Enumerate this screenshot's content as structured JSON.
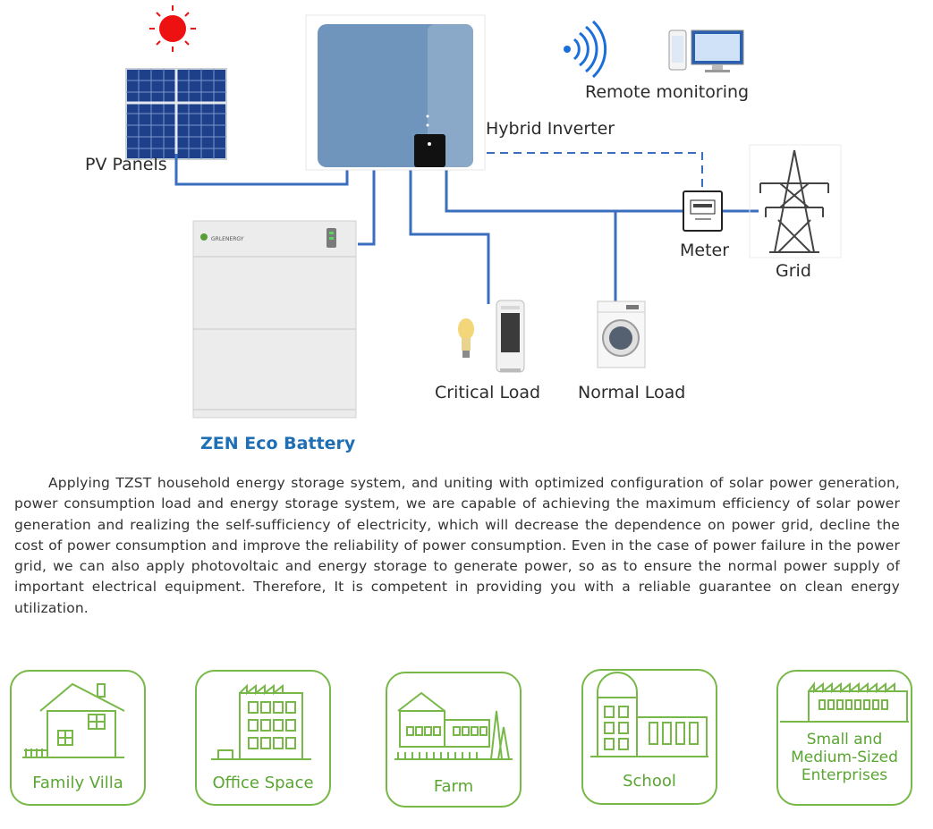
{
  "diagram": {
    "pv_label": "PV Panels",
    "inverter_label": "Hybrid Inverter",
    "monitoring_label": "Remote monitoring",
    "meter_label": "Meter",
    "grid_label": "Grid",
    "critical_load_label": "Critical Load",
    "normal_load_label": "Normal Load",
    "battery_label": "ZEN Eco Battery",
    "battery_brand": "GRLENERGY"
  },
  "description": "Applying TZST household energy storage system, and uniting with optimized configuration of solar power generation, power consumption load and energy storage system, we are capable of achieving the maximum efficiency of solar power generation and realizing the self-sufficiency of electricity, which will decrease the dependence on power grid, decline the cost of power consumption and improve the reliability of power consumption. Even in the case of power failure in the power grid, we can also apply photovoltaic and energy storage to generate power, so as to ensure the normal power supply of important electrical equipment. Therefore, It is competent in providing you with a reliable guarantee on clean energy utilization.",
  "applications": [
    {
      "label": "Family Villa",
      "icon": "house-icon"
    },
    {
      "label": "Office Space",
      "icon": "office-building-icon"
    },
    {
      "label": "Farm",
      "icon": "farm-icon"
    },
    {
      "label": "School",
      "icon": "school-icon"
    },
    {
      "label": "Small and Medium-Sized Enterprises",
      "icon": "factory-icon"
    }
  ],
  "colors": {
    "wire": "#3a6ebf",
    "inverter_body": "#6f95bd",
    "sun": "#ee1111",
    "application_green": "#78b848",
    "battery_title": "#1f6fb5"
  }
}
